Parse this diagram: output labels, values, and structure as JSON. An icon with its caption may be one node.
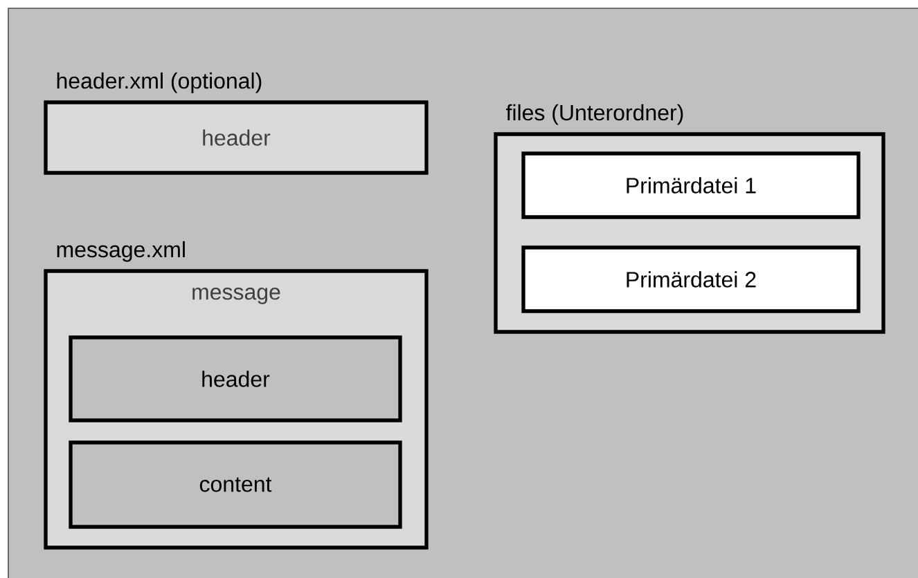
{
  "diagram": {
    "nodes": [
      {
        "text": [
          "header.xml (optional)",
          "header"
        ]
      },
      {
        "text": [
          "message.xml",
          "message"
        ]
      },
      {
        "text": [
          "header"
        ],
        "in": 1
      },
      {
        "text": [
          "content"
        ],
        "in": 1
      },
      {
        "text": [
          "files (Unterordner)"
        ]
      },
      {
        "text": [
          "Primärdatei 1"
        ],
        "in": 4
      },
      {
        "text": [
          "Primärdatei 2"
        ],
        "in": 4
      }
    ]
  }
}
